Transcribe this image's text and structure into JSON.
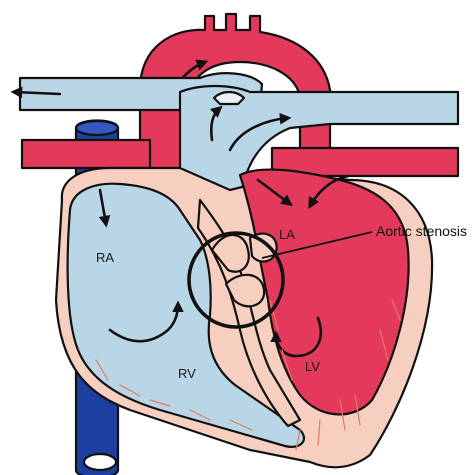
{
  "labels": {
    "ra": "RA",
    "rv": "RV",
    "la": "LA",
    "lv": "LV",
    "callout": "Aortic stenosis"
  },
  "colors": {
    "deoxygenated": "#b9d6e6",
    "oxygenated": "#e33a5c",
    "muscle": "#f6cfc0",
    "vena_cava": "#1d3fa0",
    "fiber": "#e07a5f",
    "outline": "#111111"
  }
}
